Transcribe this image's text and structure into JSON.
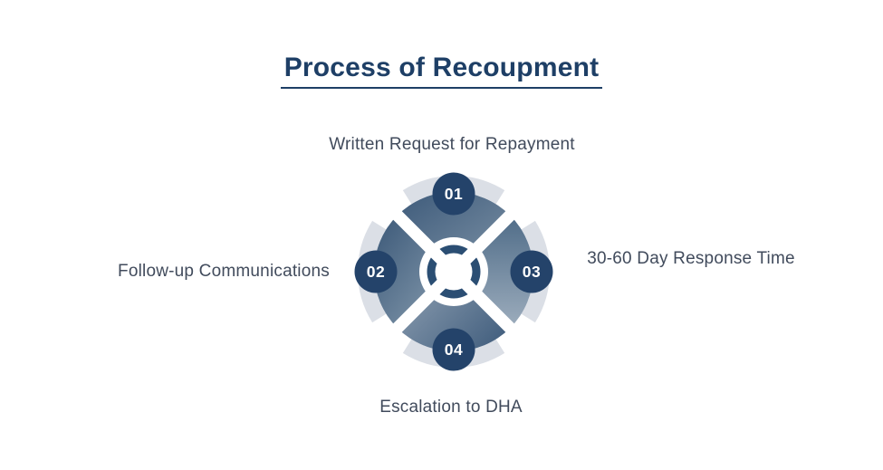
{
  "page": {
    "background": "#ffffff"
  },
  "title": {
    "text": "Process of Recoupment",
    "color": "#1e3f66"
  },
  "diagram": {
    "type": "process-cycle-4-steps",
    "steps": [
      {
        "number": "01",
        "label": "Written Request for Repayment",
        "position": "top"
      },
      {
        "number": "02",
        "label": "Follow-up Communications",
        "position": "left"
      },
      {
        "number": "03",
        "label": "30-60 Day Response Time",
        "position": "right"
      },
      {
        "number": "04",
        "label": "Escalation to DHA",
        "position": "bottom"
      }
    ],
    "colors": {
      "badge": "#24436a",
      "ring": "#2b4e73",
      "outer_ring": "#dbdfe6",
      "label_text": "#414b5c",
      "quadrant_top_dark": "#3d5a7a",
      "quadrant_top_light": "#7d92a6",
      "quadrant_right_dark": "#4f6c88",
      "quadrant_right_light": "#9dadbd",
      "quadrant_bottom_light": "#8b9db0",
      "quadrant_bottom_dark": "#3f5c7c",
      "quadrant_left_dark": "#3a5777",
      "quadrant_left_light": "#8ba0b2"
    }
  }
}
